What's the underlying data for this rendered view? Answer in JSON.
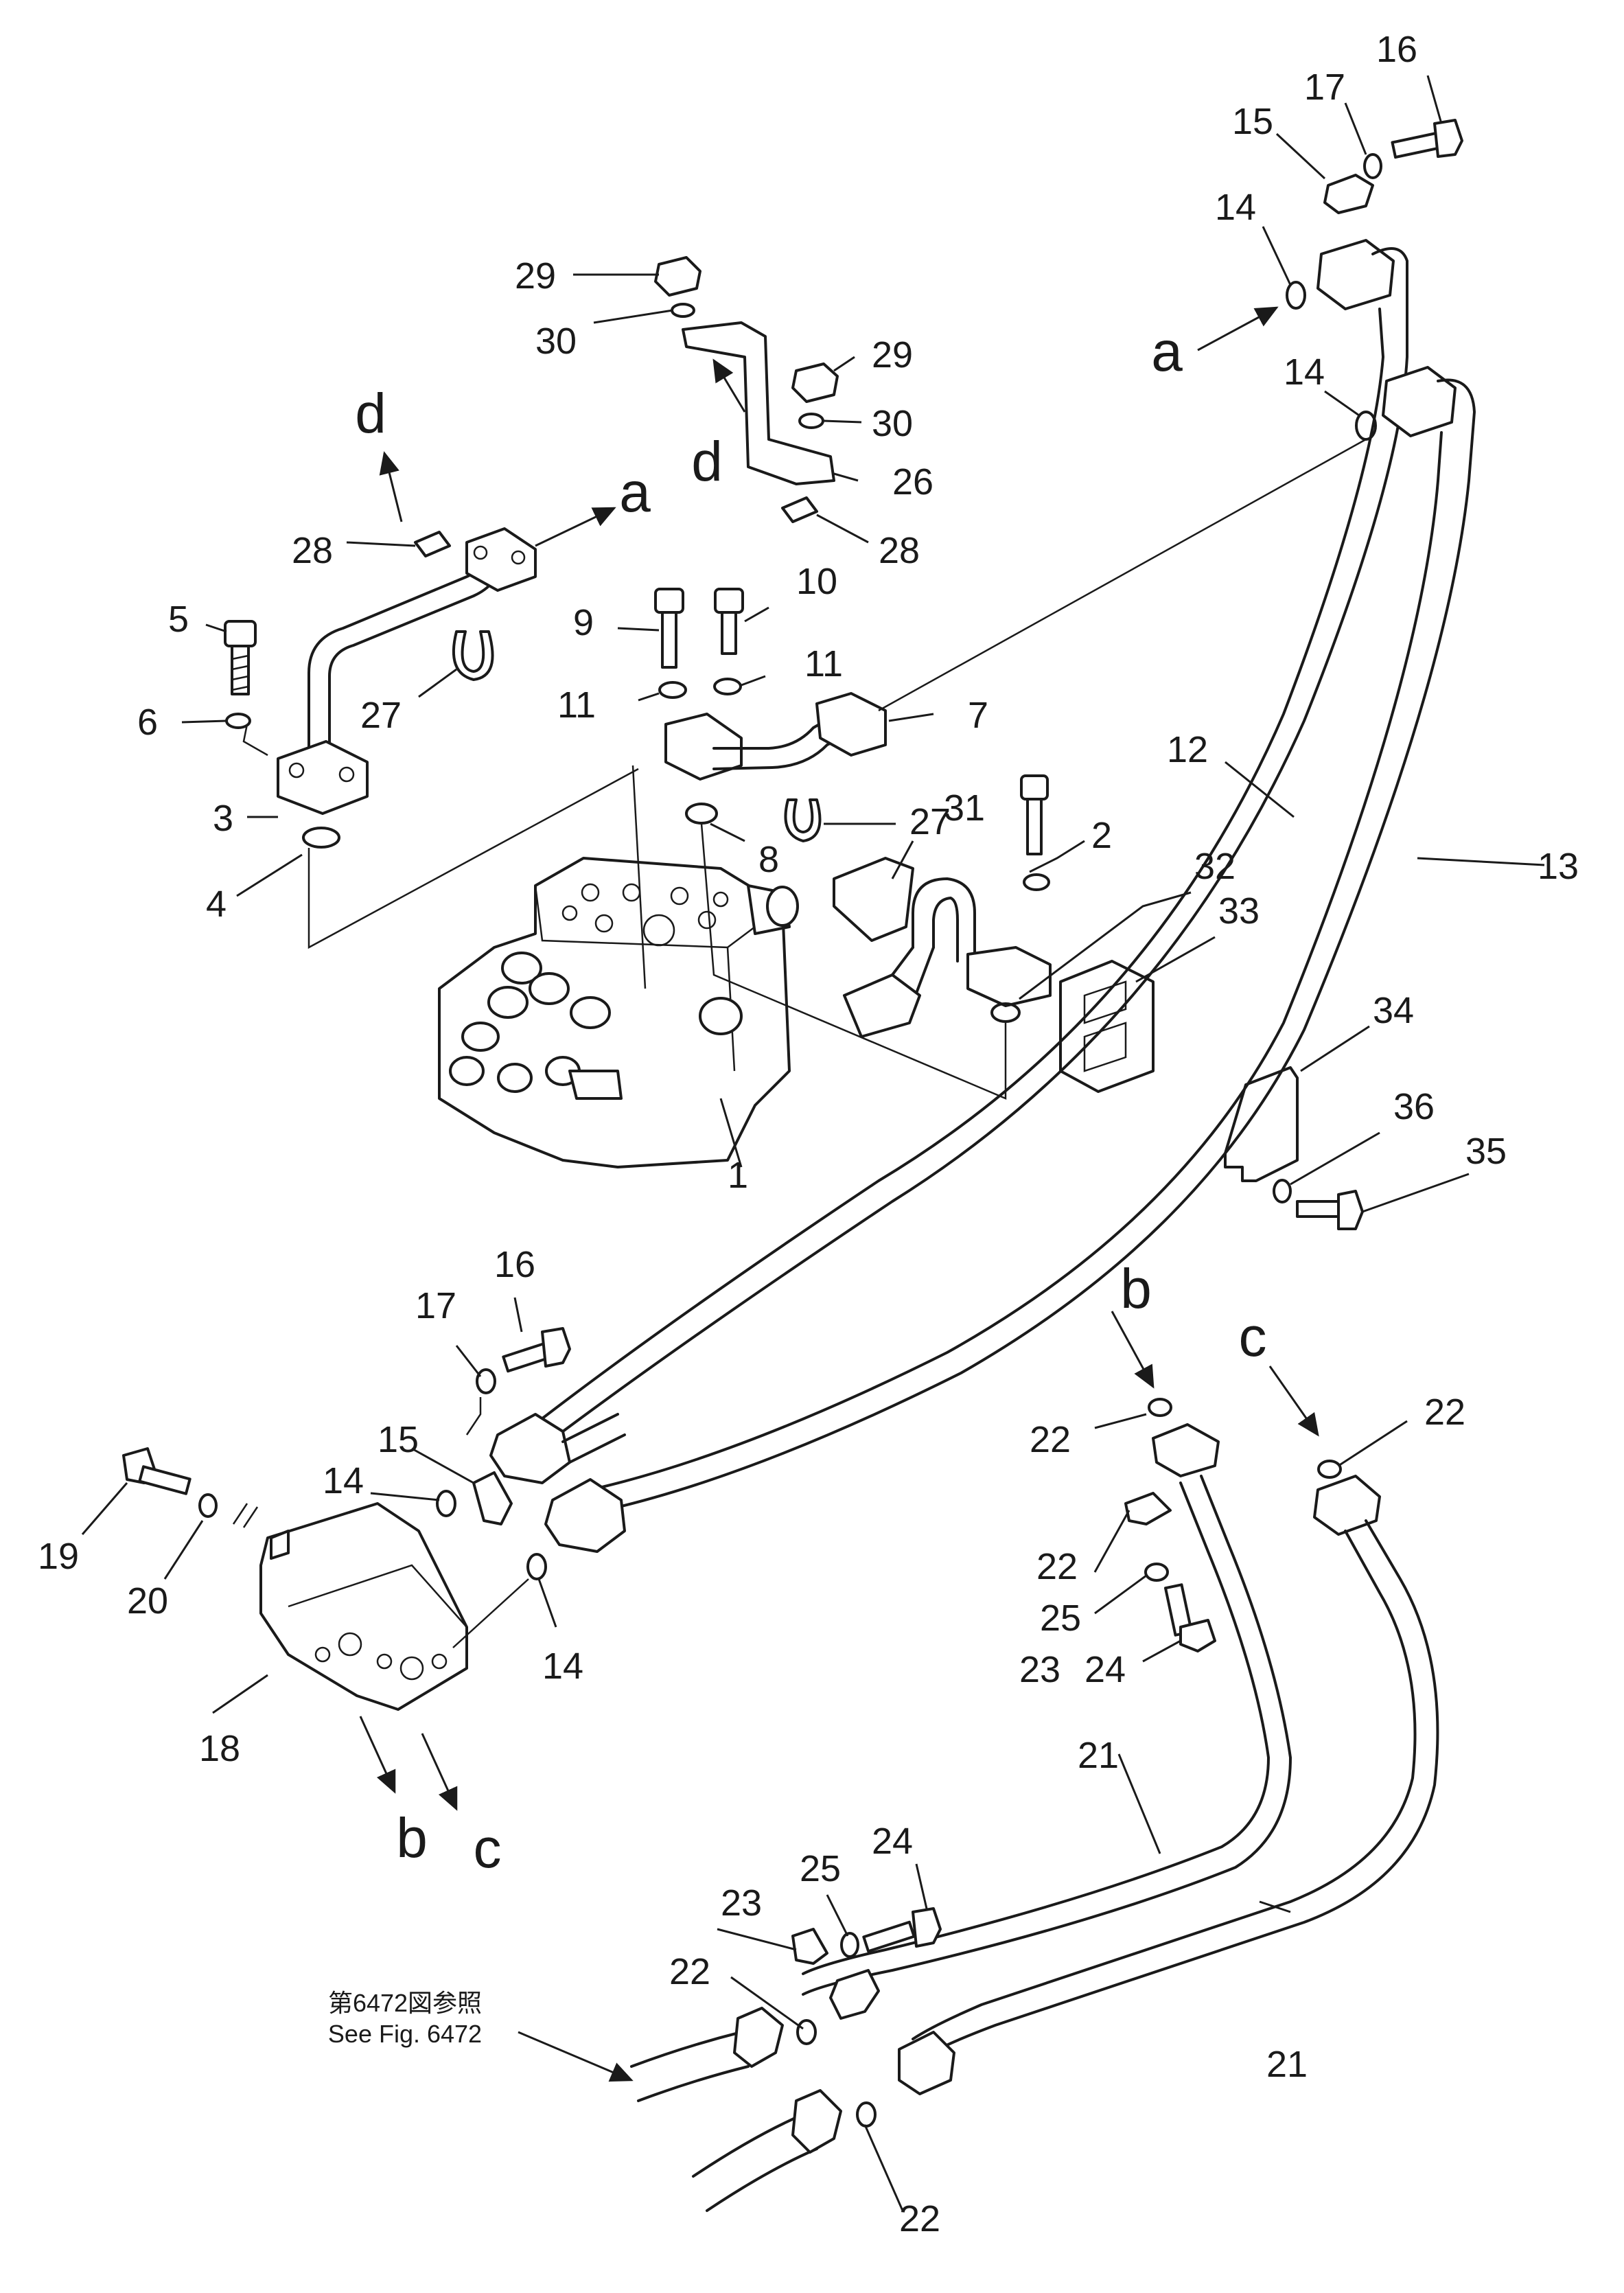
{
  "callouts": [
    "1",
    "2",
    "3",
    "4",
    "5",
    "6",
    "7",
    "8",
    "9",
    "10",
    "11",
    "11",
    "12",
    "13",
    "14",
    "14",
    "14",
    "14",
    "15",
    "15",
    "16",
    "16",
    "17",
    "17",
    "18",
    "19",
    "20",
    "21",
    "21",
    "22",
    "22",
    "22",
    "22",
    "22",
    "23",
    "23",
    "24",
    "24",
    "25",
    "25",
    "26",
    "27",
    "27",
    "28",
    "28",
    "29",
    "29",
    "30",
    "30",
    "31",
    "32",
    "33",
    "34",
    "35",
    "36"
  ],
  "connection_letters": [
    "a",
    "a",
    "b",
    "b",
    "c",
    "c",
    "d",
    "d"
  ],
  "reference_note": {
    "japanese": "第6472図参照",
    "english": "See Fig. 6472"
  }
}
